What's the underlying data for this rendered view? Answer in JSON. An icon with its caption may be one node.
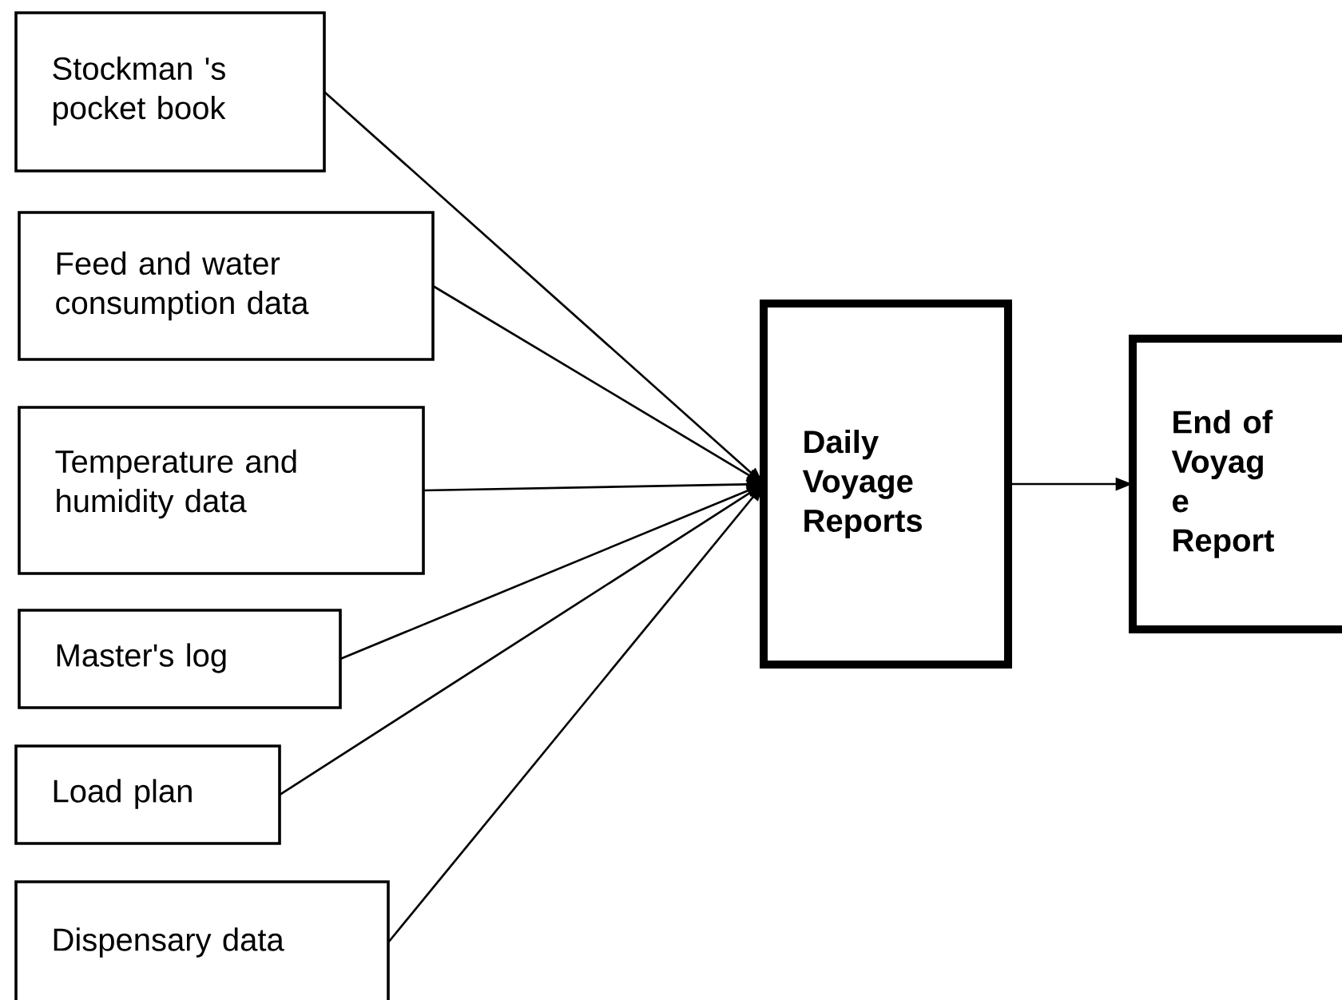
{
  "diagram": {
    "nodes": [
      {
        "text": [
          "Stockman 's pocket book"
        ]
      },
      {
        "text": [
          "Feed and water consumption data"
        ]
      },
      {
        "text": [
          "Temperature and humidity data"
        ]
      },
      {
        "text": [
          "Master's log"
        ]
      },
      {
        "text": [
          "Load plan"
        ]
      },
      {
        "text": [
          "Dispensary data"
        ]
      },
      {
        "text": [
          "**Daily Voyage Reports**"
        ]
      },
      {
        "text": [
          "**End of Voyag e Report**"
        ]
      }
    ],
    "edges": [
      {
        "from": 0,
        "to": 6,
        "arrow": "to"
      },
      {
        "from": 1,
        "to": 6,
        "arrow": "to"
      },
      {
        "from": 2,
        "to": 6,
        "arrow": "to"
      },
      {
        "from": 3,
        "to": 6,
        "arrow": "to"
      },
      {
        "from": 4,
        "to": 6,
        "arrow": "to"
      },
      {
        "from": 5,
        "to": 6,
        "arrow": "to"
      },
      {
        "from": 6,
        "to": 7,
        "arrow": "to"
      }
    ]
  }
}
